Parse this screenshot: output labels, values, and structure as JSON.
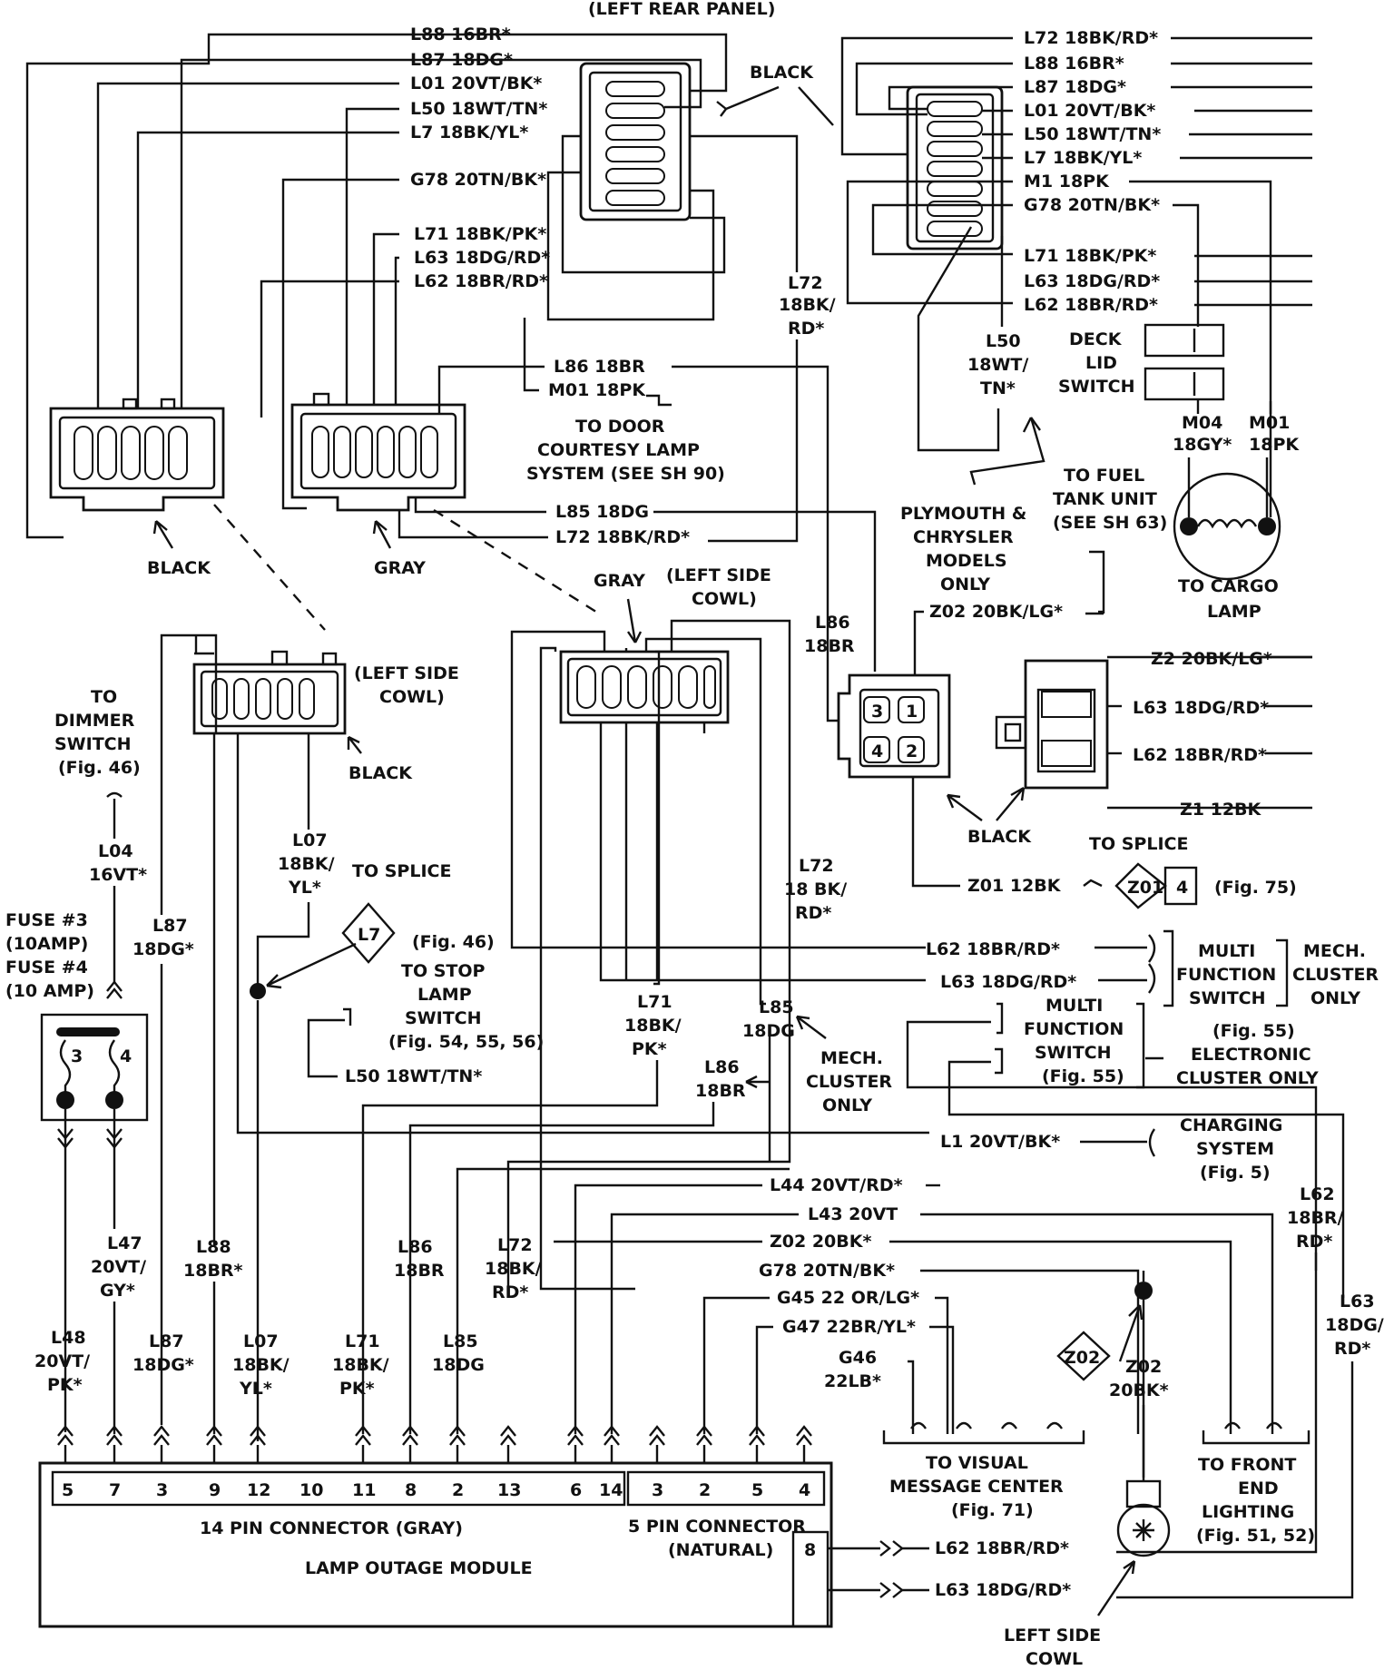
{
  "labels": {
    "header": "(LEFT REAR PANEL)",
    "black_top": "BLACK",
    "black_1": "BLACK",
    "gray_1": "GRAY",
    "gray_2": "GRAY",
    "left_side_cowl_1": "(LEFT SIDE",
    "left_side_cowl_1b": "COWL)",
    "left_side_cowl_2": "(LEFT SIDE",
    "left_side_cowl_2b": "COWL)",
    "black_2": "BLACK",
    "black_3": "BLACK",
    "to_dimmer_1": "TO",
    "to_dimmer_2": "DIMMER",
    "to_dimmer_3": "SWITCH",
    "to_dimmer_4": "(Fig. 46)",
    "to_door_1": "TO DOOR",
    "to_door_2": "COURTESY LAMP",
    "to_door_3": "SYSTEM (SEE SH 90)",
    "deck_1": "DECK",
    "deck_2": "LID",
    "deck_3": "SWITCH",
    "to_fuel_1": "TO FUEL",
    "to_fuel_2": "TANK UNIT",
    "to_fuel_3": "(SEE SH 63)",
    "plymouth_1": "PLYMOUTH &",
    "plymouth_2": "CHRYSLER",
    "plymouth_3": "MODELS",
    "plymouth_4": "ONLY",
    "to_cargo_1": "TO CARGO",
    "to_cargo_2": "LAMP",
    "to_splice_1": "TO SPLICE",
    "to_splice_2": "TO SPLICE",
    "fig75": "(Fig. 75)",
    "fig46b": "(Fig. 46)",
    "to_stop_1": "TO STOP",
    "to_stop_2": "LAMP",
    "to_stop_3": "SWITCH",
    "to_stop_4": "(Fig. 54, 55, 56)",
    "fuse_1": "FUSE #3",
    "fuse_2": "(10AMP)",
    "fuse_3": "FUSE #4",
    "fuse_4": "(10 AMP)",
    "multi_1": "MULTI",
    "multi_2": "FUNCTION",
    "multi_3": "SWITCH",
    "mech_1": "MECH.",
    "mech_2": "CLUSTER",
    "mech_3": "ONLY",
    "multi_b1": "MULTI",
    "multi_b2": "FUNCTION",
    "multi_b3": "SWITCH",
    "multi_b4": "(Fig. 55)",
    "fig55": "(Fig. 55)",
    "electronic_1": "ELECTRONIC",
    "electronic_2": "CLUSTER ONLY",
    "mech_cl_1": "MECH.",
    "mech_cl_2": "CLUSTER",
    "mech_cl_3": "ONLY",
    "charging_1": "CHARGING",
    "charging_2": "SYSTEM",
    "charging_3": "(Fig. 5)",
    "visual_1": "TO VISUAL",
    "visual_2": "MESSAGE CENTER",
    "visual_3": "(Fig. 71)",
    "front_1": "TO FRONT",
    "front_2": "END",
    "front_3": "LIGHTING",
    "front_4": "(Fig. 51, 52)",
    "pin14": "14 PIN CONNECTOR (GRAY)",
    "pin5a": "5 PIN CONNECTOR",
    "pin5b": "(NATURAL)",
    "module": "LAMP OUTAGE MODULE",
    "cowl_bottom_1": "LEFT SIDE",
    "cowl_bottom_2": "COWL",
    "splice_l7": "L7",
    "splice_z01": "Z01",
    "splice_z02": "Z02"
  },
  "wires": {
    "tl_1": "L88 16BR*",
    "tl_2": "L87 18DG*",
    "tl_3": "L01 20VT/BK*",
    "tl_4": "L50 18WT/TN*",
    "tl_5": "L7 18BK/YL*",
    "tl_6": "G78 20TN/BK*",
    "tl_7": "L71 18BK/PK*",
    "tl_8": "L63 18DG/RD*",
    "tl_9": "L62 18BR/RD*",
    "tr_1": "L72 18BK/RD*",
    "tr_2": "L88 16BR*",
    "tr_3": "L87 18DG*",
    "tr_4": "L01 20VT/BK*",
    "tr_5": "L50 18WT/TN*",
    "tr_6": "L7 18BK/YL*",
    "tr_7": "M1 18PK",
    "tr_8": "G78 20TN/BK*",
    "tr_9": "L71 18BK/PK*",
    "tr_10": "L63 18DG/RD*",
    "tr_11": "L62 18BR/RD*",
    "l72_a": "L72",
    "l72_b": "18BK/",
    "l72_c": "RD*",
    "l86_top": "L86 18BR",
    "m01_top": "M01 18PK",
    "l85_mid": "L85 18DG",
    "l72_mid": "L72 18BK/RD*",
    "l50_a": "L50",
    "l50_b": "18WT/",
    "l50_c": "TN*",
    "m04_a": "M04",
    "m04_b": "18GY*",
    "m01_a": "M01",
    "m01_b": "18PK",
    "z02_top": "Z02 20BK/LG*",
    "l86_v_a": "L86",
    "l86_v_b": "18BR",
    "z2_r": "Z2 20BK/LG*",
    "l63_r": "L63 18DG/RD*",
    "l62_r": "L62 18BR/RD*",
    "z1_r": "Z1 12BK",
    "z01": "Z01 12BK",
    "l04_a": "L04",
    "l04_b": "16VT*",
    "l07_a": "L07",
    "l07_b": "18BK/",
    "l07_c": "YL*",
    "l87_a": "L87",
    "l87_b": "18DG*",
    "l72_v_a": "L72",
    "l72_v_b": "18 BK/",
    "l72_v_c": "RD*",
    "l62_h": "L62 18BR/RD*",
    "l63_h": "L63 18DG/RD*",
    "l71_v_a": "L71",
    "l71_v_b": "18BK/",
    "l71_v_c": "PK*",
    "l85_v_a": "L85",
    "l85_v_b": "18DG",
    "l86_v2_a": "L86",
    "l86_v2_b": "18BR",
    "l50_h": "L50 18WT/TN*",
    "l1_h": "L1 20VT/BK*",
    "l44": "L44 20VT/RD*",
    "l43": "L43 20VT",
    "z02_h": "Z02 20BK*",
    "g78_h": "G78 20TN/BK*",
    "g45": "G45 22 OR/LG*",
    "g47": "G47 22BR/YL*",
    "g46_a": "G46",
    "g46_b": "22LB*",
    "z02_v_a": "Z02",
    "z02_v_b": "20BK*",
    "l62_v_a": "L62",
    "l62_v_b": "18BR/",
    "l62_v_c": "RD*",
    "l63_v_a": "L63",
    "l63_v_b": "18DG/",
    "l63_v_c": "RD*",
    "l47_a": "L47",
    "l47_b": "20VT/",
    "l47_c": "GY*",
    "l88_a": "L88",
    "l88_b": "18BR*",
    "l86_b_a": "L86",
    "l86_b_b": "18BR",
    "l72_b_a": "L72",
    "l72_b_b": "18BK/",
    "l72_b_c": "RD*",
    "l48_a": "L48",
    "l48_b": "20VT/",
    "l48_c": "PK*",
    "l87_b_a": "L87",
    "l87_b_b": "18DG*",
    "l07_b_a": "L07",
    "l07_b_b": "18BK/",
    "l07_b_c": "YL*",
    "l71_b_a": "L71",
    "l71_b_b": "18BK/",
    "l71_b_c": "PK*",
    "l85_b_a": "L85",
    "l85_b_b": "18DG",
    "l62_out": "L62 18BR/RD*",
    "l63_out": "L63 18DG/RD*"
  },
  "pins": {
    "p5": "5",
    "p7": "7",
    "p3": "3",
    "p9": "9",
    "p12": "12",
    "p10": "10",
    "p11": "11",
    "p8": "8",
    "p2": "2",
    "p13": "13",
    "p6": "6",
    "p14": "14",
    "q3": "3",
    "q2": "2",
    "q5": "5",
    "q4": "4",
    "q8": "8",
    "c1": "1",
    "c2": "2",
    "c3": "3",
    "c4": "4",
    "f3": "3",
    "f4": "4",
    "z4": "4"
  }
}
